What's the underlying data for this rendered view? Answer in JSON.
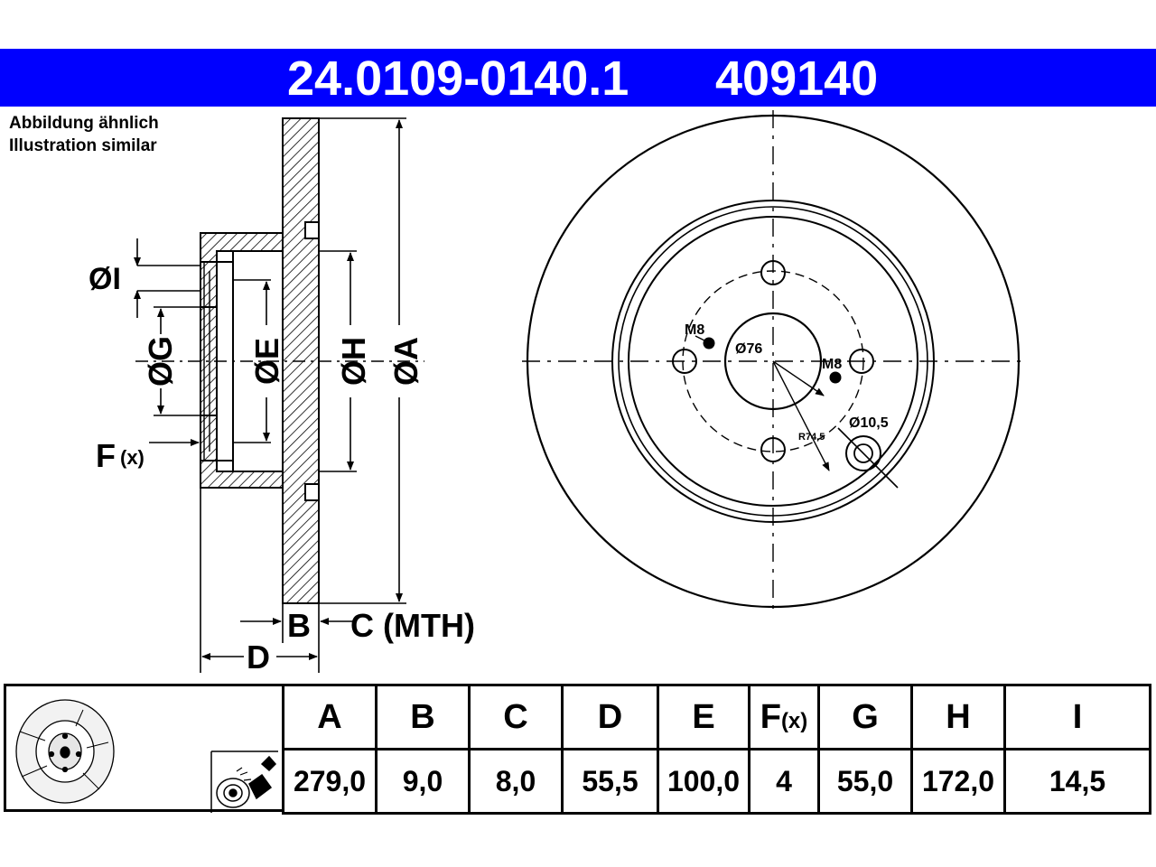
{
  "header": {
    "part_number": "24.0109-0140.1",
    "article_number": "409140",
    "background": "#0000ff"
  },
  "note": {
    "line1": "Abbildung ähnlich",
    "line2": "Illustration similar"
  },
  "section_labels": {
    "I": "ØI",
    "G": "ØG",
    "E": "ØE",
    "H": "ØH",
    "A": "ØA",
    "F": "F",
    "F_sub": "(x)",
    "B": "B",
    "C": "C (MTH)",
    "D": "D"
  },
  "front_labels": {
    "m8_left": "M8",
    "d76": "Ø76",
    "m8_right": "M8",
    "r745": "R74,5",
    "d105": "Ø10,5"
  },
  "table": {
    "headers": [
      "A",
      "B",
      "C",
      "D",
      "E",
      "F",
      "G",
      "H",
      "I"
    ],
    "f_sub": "(x)",
    "values": [
      "279,0",
      "9,0",
      "8,0",
      "55,5",
      "100,0",
      "4",
      "55,0",
      "172,0",
      "14,5"
    ]
  },
  "icons": [
    "brake-disc-thumbnail-icon",
    "spray-can-icon"
  ]
}
